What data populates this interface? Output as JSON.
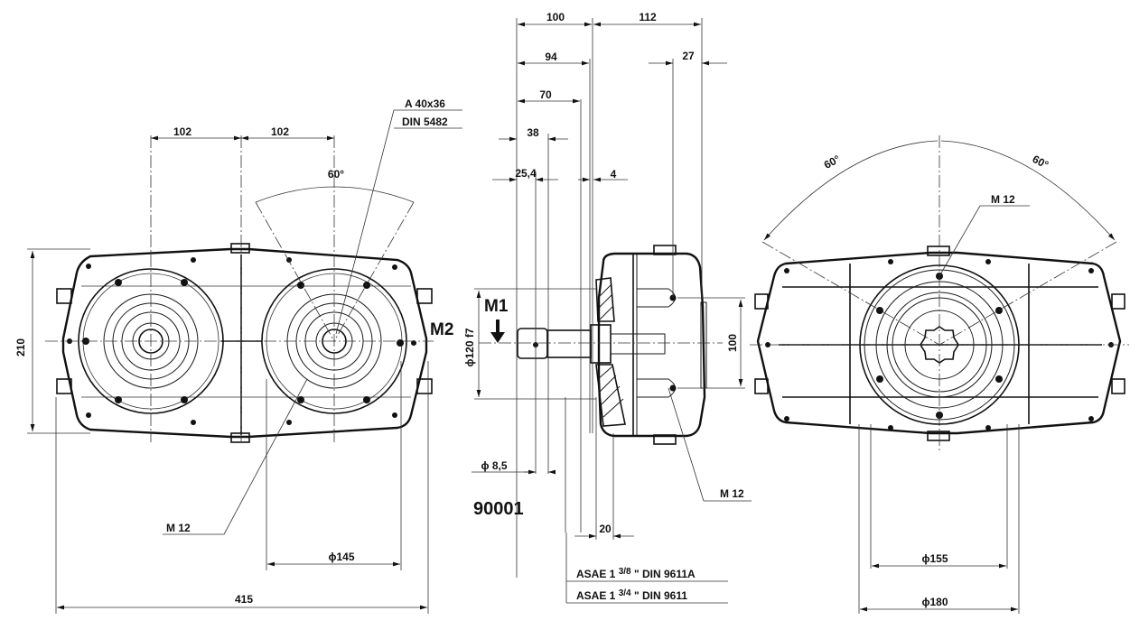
{
  "drawing": {
    "title_code": "90001",
    "subject": "Gearbox technical dimension drawing (front, side, rear views)"
  },
  "front_view": {
    "dims": {
      "shaft_spacing_left": "102",
      "shaft_spacing_right": "102",
      "height": "210",
      "overall_width": "415",
      "bolt_circle": "ϕ145",
      "angle": "60°"
    },
    "callouts": {
      "spline_line1": "A 40x36",
      "spline_line2": "DIN 5482",
      "thread": "M 12",
      "shaft_label": "M2"
    }
  },
  "side_view": {
    "dims": {
      "d100": "100",
      "d112": "112",
      "d94": "94",
      "d27": "27",
      "d70": "70",
      "d38": "38",
      "d25_4": "25,4",
      "d4": "4",
      "pilot_dia": "ϕ120 f7",
      "flange_hole": "100",
      "pin_dia": "ϕ 8,5",
      "d20": "20"
    },
    "callouts": {
      "thread": "M 12",
      "shaft_label": "M1",
      "spline_option_a": {
        "prefix": "ASAE 1",
        "fraction": "3/8",
        "suffix": "\" DIN 9611A"
      },
      "spline_option_b": {
        "prefix": "ASAE 1",
        "fraction": "3/4",
        "suffix": "\" DIN 9611"
      }
    }
  },
  "rear_view": {
    "dims": {
      "angle_left": "60°",
      "angle_right": "60°",
      "bolt_circle_inner": "ϕ155",
      "bolt_circle_outer": "ϕ180"
    },
    "callouts": {
      "thread": "M 12"
    }
  }
}
